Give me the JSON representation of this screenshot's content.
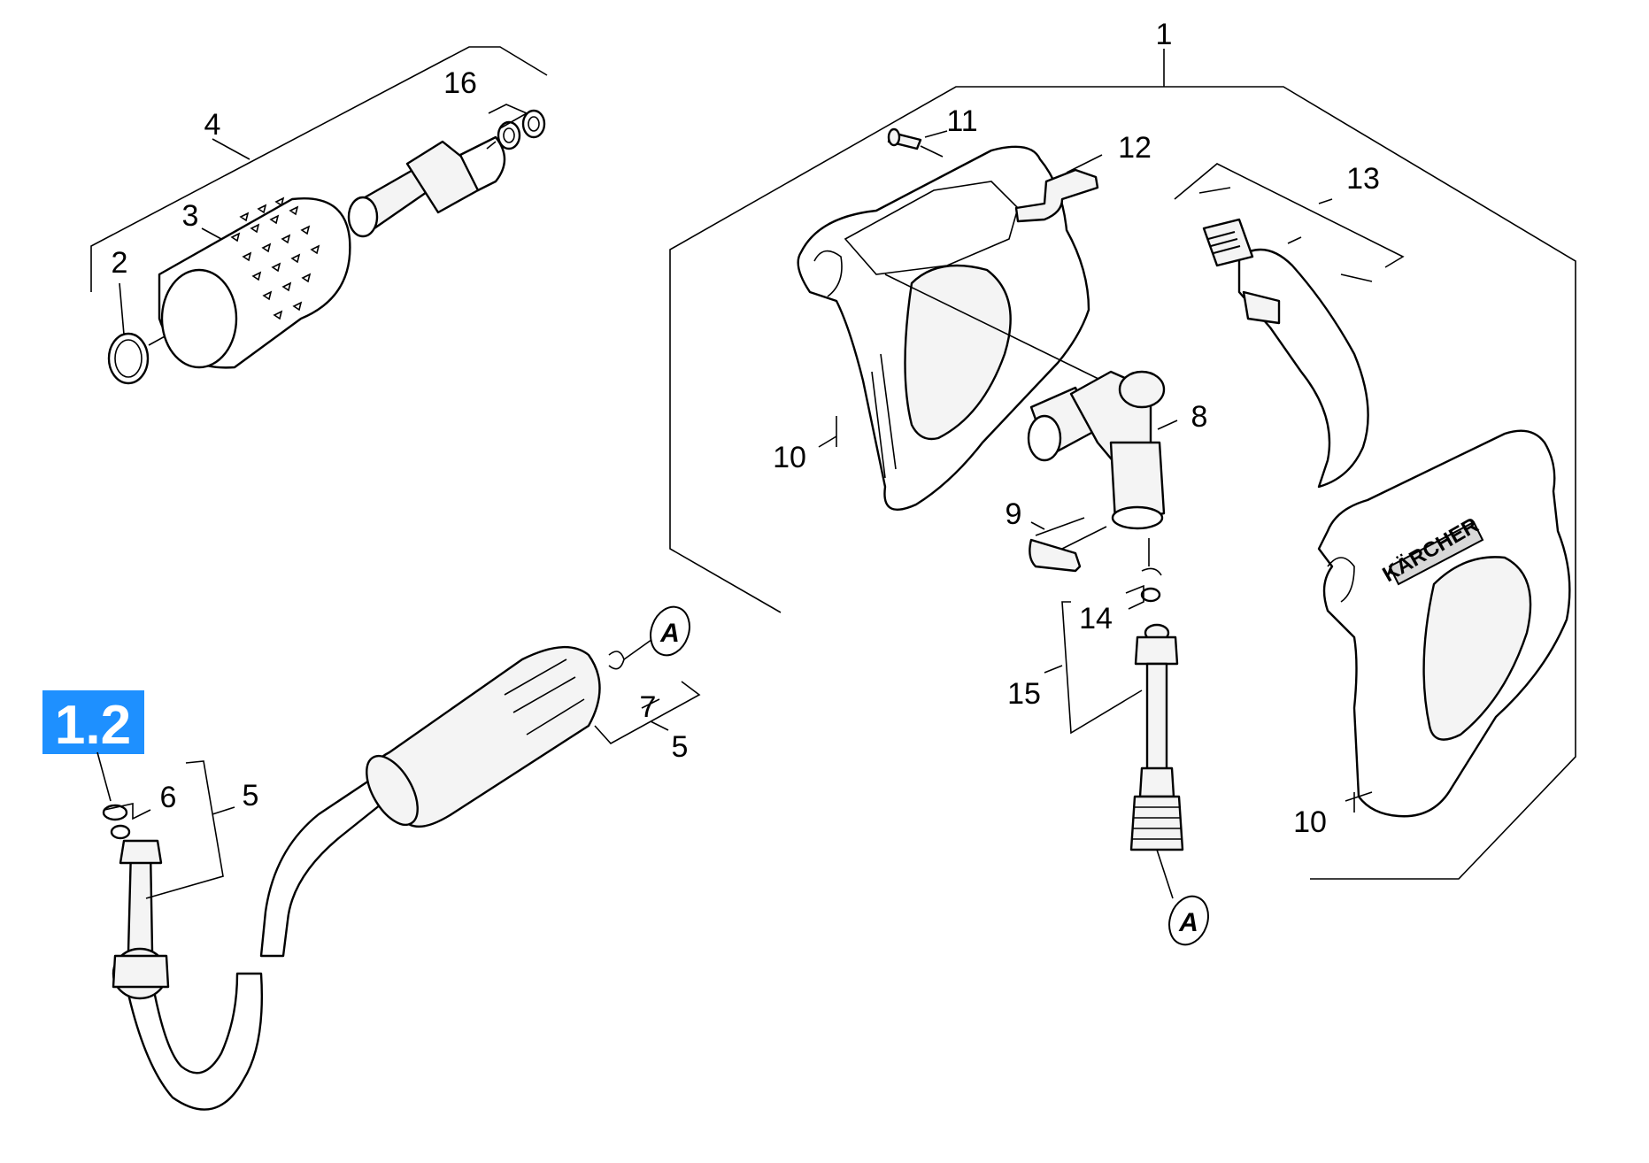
{
  "section_badge": "1.2",
  "brand_text": "KÄRCHER",
  "callouts": {
    "c1": "1",
    "c2": "2",
    "c3": "3",
    "c4": "4",
    "c5a": "5",
    "c5b": "5",
    "c6": "6",
    "c7": "7",
    "c8": "8",
    "c9": "9",
    "c10a": "10",
    "c10b": "10",
    "c11": "11",
    "c12": "12",
    "c13": "13",
    "c14": "14",
    "c15": "15",
    "c16": "16"
  },
  "references": {
    "refA1": "A",
    "refA2": "A"
  },
  "colors": {
    "badge": "#1e90ff"
  }
}
